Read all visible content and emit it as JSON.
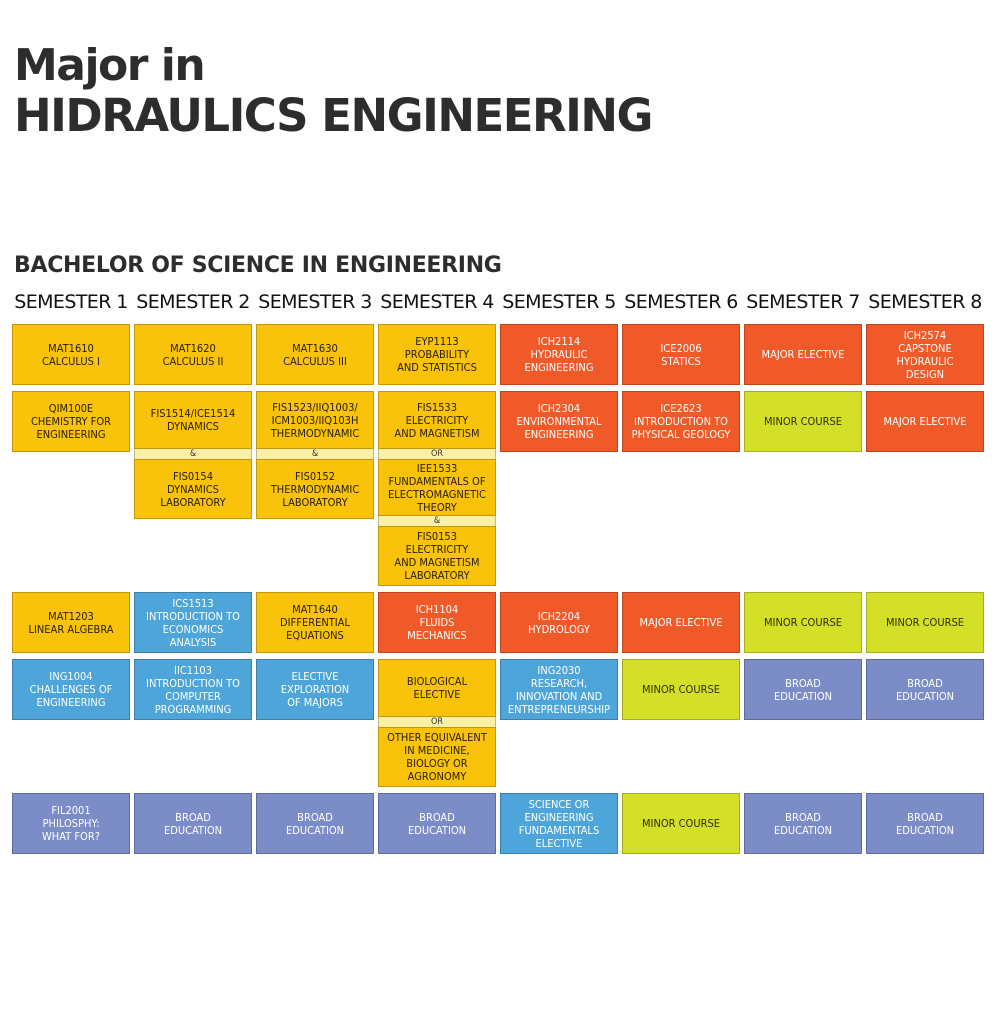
{
  "title_line1": "Major in",
  "title_line2": "HIDRAULICS ENGINEERING",
  "subtitle": "BACHELOR OF SCIENCE IN ENGINEERING",
  "semesters": [
    "SEMESTER 1",
    "SEMESTER 2",
    "SEMESTER 3",
    "SEMESTER 4",
    "SEMESTER 5",
    "SEMESTER 6",
    "SEMESTER 7",
    "SEMESTER 8"
  ],
  "legend_colors": {
    "yellow": "#f9c20b",
    "orange": "#f05a28",
    "lime": "#d4df27",
    "blue": "#4da5d9",
    "purple": "#7b8cc6"
  },
  "separators": {
    "and": "&",
    "or": "OR"
  },
  "courses": {
    "s1": {
      "r1": [
        "MAT1610",
        "CALCULUS I"
      ],
      "r2": [
        "QIM100E",
        "CHEMISTRY FOR",
        "ENGINEERING"
      ],
      "r3": [
        "MAT1203",
        "LINEAR ALGEBRA"
      ],
      "r4": [
        "ING1004",
        "CHALLENGES OF",
        "ENGINEERING"
      ],
      "r5": [
        "FIL2001",
        "PHILOSPHY:",
        "WHAT FOR?"
      ]
    },
    "s2": {
      "r1": [
        "MAT1620",
        "CALCULUS II"
      ],
      "r2a": [
        "FIS1514/ICE1514",
        "DYNAMICS"
      ],
      "r2b": [
        "FIS0154",
        "DYNAMICS",
        "LABORATORY"
      ],
      "r3": [
        "ICS1513",
        "INTRODUCTION TO",
        "ECONOMICS",
        "ANALYSIS"
      ],
      "r4": [
        "IIC1103",
        "INTRODUCTION TO",
        "COMPUTER",
        "PROGRAMMING"
      ],
      "r5": [
        "BROAD",
        "EDUCATION"
      ]
    },
    "s3": {
      "r1": [
        "MAT1630",
        "CALCULUS III"
      ],
      "r2a": [
        "FIS1523/IIQ1003/",
        "ICM1003/IIQ103H",
        "THERMODYNAMIC"
      ],
      "r2b": [
        "FIS0152",
        "THERMODYNAMIC",
        "LABORATORY"
      ],
      "r3": [
        "MAT1640",
        "DIFFERENTIAL",
        "EQUATIONS"
      ],
      "r4": [
        "ELECTIVE",
        "EXPLORATION",
        "OF MAJORS"
      ],
      "r5": [
        "BROAD",
        "EDUCATION"
      ]
    },
    "s4": {
      "r1": [
        "EYP1113",
        "PROBABILITY",
        "AND STATISTICS"
      ],
      "r2a": [
        "FIS1533",
        "ELECTRICITY",
        "AND MAGNETISM"
      ],
      "r2b": [
        "IEE1533",
        "FUNDAMENTALS OF",
        "ELECTROMAGNETIC",
        "THEORY"
      ],
      "r2c": [
        "FIS0153",
        "ELECTRICITY",
        "AND MAGNETISM",
        "LABORATORY"
      ],
      "r3": [
        "ICH1104",
        "FLUIDS",
        "MECHANICS"
      ],
      "r4a": [
        "BIOLOGICAL",
        "ELECTIVE"
      ],
      "r4b": [
        "OTHER EQUIVALENT",
        "IN MEDICINE,",
        "BIOLOGY OR",
        "AGRONOMY"
      ],
      "r5": [
        "BROAD",
        "EDUCATION"
      ]
    },
    "s5": {
      "r1": [
        "ICH2114",
        "HYDRAULIC",
        "ENGINEERING"
      ],
      "r2": [
        "ICH2304",
        "ENVIRONMENTAL",
        "ENGINEERING"
      ],
      "r3": [
        "ICH2204",
        "HYDROLOGY"
      ],
      "r4": [
        "ING2030",
        "RESEARCH,",
        "INNOVATION AND",
        "ENTREPRENEURSHIP"
      ],
      "r5": [
        "SCIENCE OR",
        "ENGINEERING",
        "FUNDAMENTALS",
        "ELECTIVE"
      ]
    },
    "s6": {
      "r1": [
        "ICE2006",
        "STATICS"
      ],
      "r2": [
        "ICE2623",
        "INTRODUCTION TO",
        "PHYSICAL GEOLOGY"
      ],
      "r3": [
        "MAJOR ELECTIVE"
      ],
      "r4": [
        "MINOR COURSE"
      ],
      "r5": [
        "MINOR COURSE"
      ]
    },
    "s7": {
      "r1": [
        "MAJOR ELECTIVE"
      ],
      "r2": [
        "MINOR COURSE"
      ],
      "r3": [
        "MINOR COURSE"
      ],
      "r4": [
        "BROAD",
        "EDUCATION"
      ],
      "r5": [
        "BROAD",
        "EDUCATION"
      ]
    },
    "s8": {
      "r1": [
        "ICH2574",
        "CAPSTONE",
        "HYDRAULIC",
        "DESIGN"
      ],
      "r2": [
        "MAJOR ELECTIVE"
      ],
      "r3": [
        "MINOR COURSE"
      ],
      "r4": [
        "BROAD",
        "EDUCATION"
      ],
      "r5": [
        "BROAD",
        "EDUCATION"
      ]
    }
  }
}
